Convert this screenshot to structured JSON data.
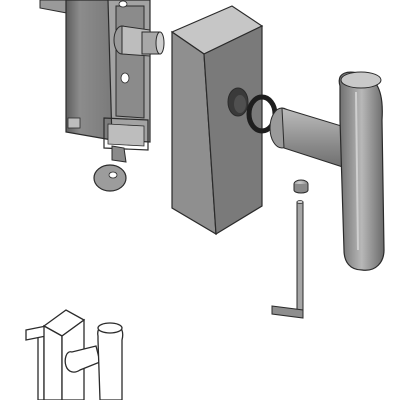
{
  "diagram": {
    "colors": {
      "background": "#ffffff",
      "outline": "#2b2b2b",
      "block_front": "#8f8f8f",
      "block_side": "#6f6f6f",
      "block_top": "#c6c6c6",
      "metal_light": "#b5b5b5",
      "metal_mid": "#9a9a9a",
      "metal_dark": "#707070",
      "dark_ring": "#1e1e1e"
    },
    "parts": [
      "lock-body",
      "key",
      "cylinder-block",
      "o-ring",
      "t-handle",
      "grub-screw",
      "allen-key",
      "assembled-view-sketch"
    ]
  }
}
